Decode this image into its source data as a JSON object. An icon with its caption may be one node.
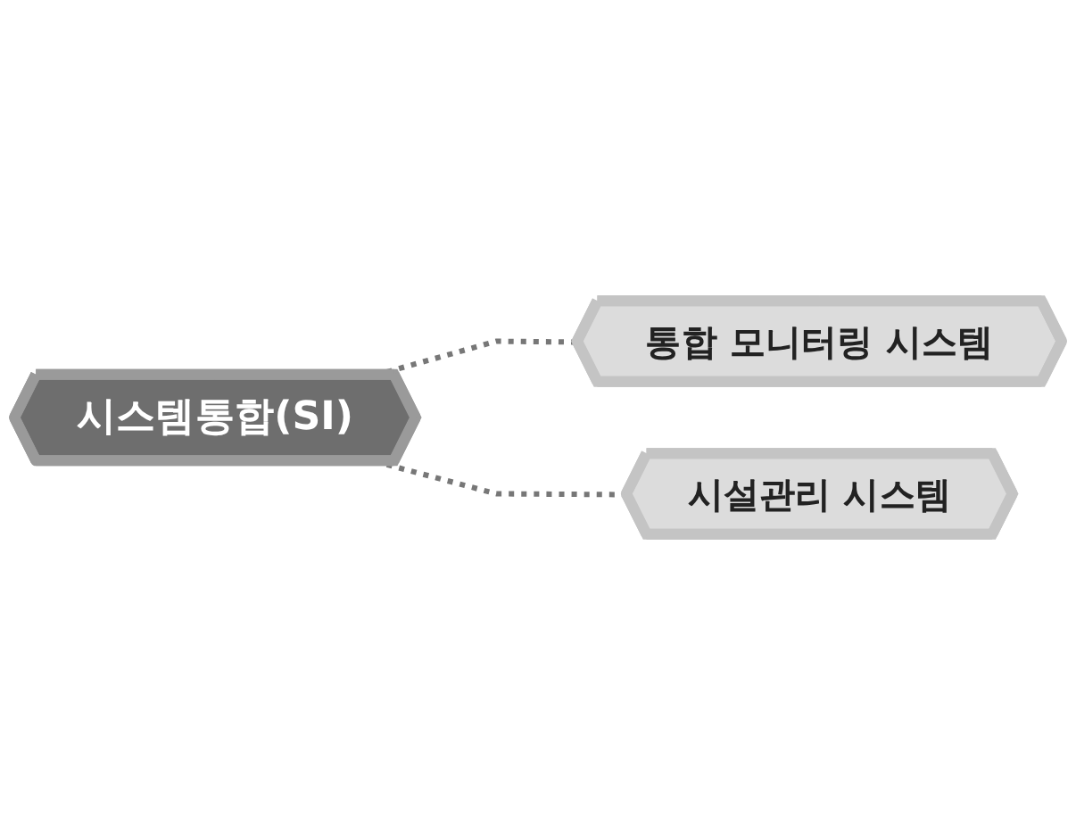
{
  "diagram": {
    "nodes": [
      {
        "text": [
          "시스템통합(SI)"
        ]
      },
      {
        "text": [
          "통합 모니터링 시스템"
        ]
      },
      {
        "text": [
          "시설관리 시스템"
        ]
      }
    ],
    "edges": [
      {
        "from": 0,
        "to": 1,
        "arrow": "none",
        "style": "dashed"
      },
      {
        "from": 0,
        "to": 2,
        "arrow": "none",
        "style": "dashed"
      }
    ]
  }
}
